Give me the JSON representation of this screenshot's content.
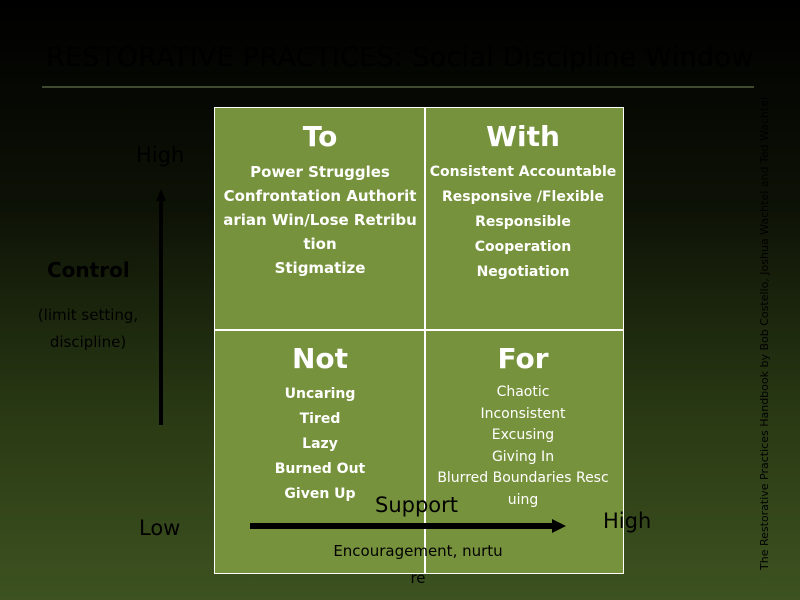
{
  "title": "RESTORATIVE PRACTICES: Social Discipline Window",
  "quadrants": {
    "to": {
      "title": "To",
      "items": [
        "Power Struggles",
        "Confrontation Authorit",
        "arian Win/Lose Retribu",
        "tion",
        "Stigmatize"
      ]
    },
    "with": {
      "title": "With",
      "items": [
        "Consistent Accountable",
        "Responsive /Flexible",
        "Responsible Cooperation",
        "Negotiation"
      ]
    },
    "not": {
      "title": "Not",
      "items": [
        "Uncaring",
        "Tired",
        "Lazy",
        "Burned Out",
        "Given Up"
      ]
    },
    "for": {
      "title": "For",
      "items": [
        "Chaotic",
        "Inconsistent",
        "Excusing",
        "Giving In",
        "Blurred Boundaries Resc",
        "uing"
      ]
    }
  },
  "axes": {
    "y_high": "High",
    "y_label": "Control",
    "y_sub_1": "(limit setting,",
    "y_sub_2": "discipline)",
    "x_low": "Low",
    "x_high": "High",
    "x_label": "Support",
    "x_sub_1": "Encouragement, nurtu",
    "x_sub_2": "re"
  },
  "credit": "The Restorative Practices Handbook  by Bob Costello, Joshua Wachtel and Ted Wachtel",
  "colors": {
    "quadrant_fill": "#77923c",
    "grid_lines": "#ffffff",
    "text_light": "#ffffff"
  }
}
